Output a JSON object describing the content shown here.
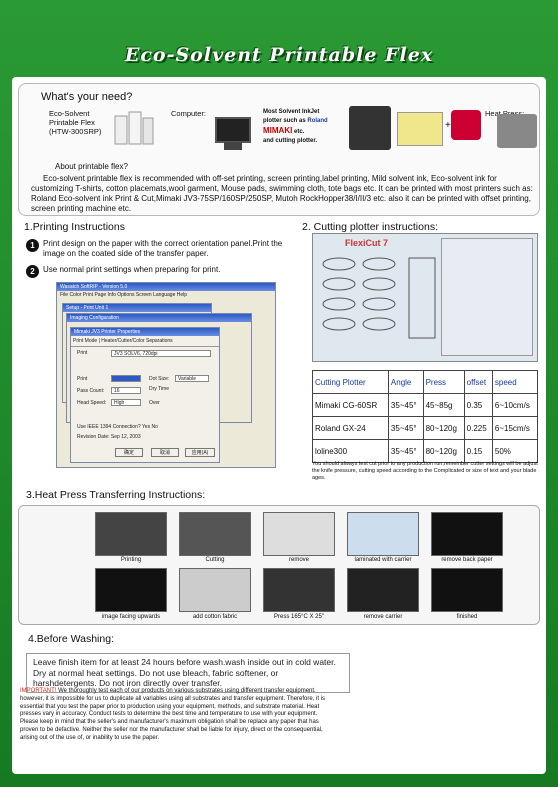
{
  "title": "Eco-Solvent Printable Flex",
  "need": {
    "heading": "What's your need?",
    "product": [
      "Eco-Solvent",
      "Printable Flex",
      "(HTW-300SRP)"
    ],
    "computer": "Computer:",
    "plotter_l1": "Most Solvent InkJet",
    "plotter_l2": "plotter such as",
    "roland": "Roland",
    "mimaki": "MIMAKI",
    "etc": "etc.",
    "and": "and cutting plotter.",
    "heat": "Heat Press:",
    "plus": "+",
    "about": "About printable flex?",
    "text": "Eco-solvent printable flex is recommended with off-set printing, screen printing,label printing, Mild solvent ink, Eco-solvent ink for customizing T-shirts, cotton placemats,wool garment, Mouse pads, swimming cloth, tote bags etc. It can be printed with most printers such as: Roland Eco-solvent ink Print & Cut,Mimaki JV3-75SP/160SP/250SP, Mutoh RockHopper38/I/II/3 etc. also it can be printed with offset printing, screen printing machine etc."
  },
  "printing": {
    "heading": "1.Printing Instructions",
    "s1": "Print design on the paper with the correct orientation panel.Print the image on the coated side of the transfer paper.",
    "s2": "Use normal print settings when preparing for print.",
    "w1": "Wasatch SoftRIP - Version 5.0",
    "menu": "File  Color  Print  Page  Info  Options  Screen  Language  Help",
    "w2": "Setup - Print Unit 1",
    "w3": "Imaging Configuration",
    "w4": "Mimaki JV3 Printer Properties",
    "tab": "Print Mode | Heater/Cutter/Color Separations",
    "print": "Print",
    "printv": "JV3 SOLV6, 720dpi",
    "pass": "Pass Count:",
    "passv": "16",
    "head": "Head Speed:",
    "headv": "High",
    "dot": "Dot Size:",
    "dotv": "Variable",
    "dry": "Dry Time",
    "over": "Over",
    "ok": "确定",
    "cancel": "取消",
    "apply": "应用(A)",
    "use": "Use IEEE 1394 Connection?  Yes  No",
    "rev": "Revision Date: Sep 12, 2003"
  },
  "cutting": {
    "heading": "2. Cutting plotter instructions:",
    "logo": "FlexiCut 7",
    "cols": [
      "Cutting Plotter",
      "Angle",
      "Press",
      "offset",
      "speed"
    ],
    "rows": [
      [
        "Mimaki CG-60SR",
        "35~45°",
        "45~85g",
        "0.35",
        "6~10cm/s"
      ],
      [
        "Roland GX-24",
        "35~45°",
        "80~120g",
        "0.225",
        "6~15cm/s"
      ],
      [
        "loline300",
        "35~45°",
        "80~120g",
        "0.15",
        "50%"
      ]
    ],
    "note": "You should always test cut prior to any production run,remember cutter settings will be adjust the knife pressure, cutting speed according to the Complicated or size of text and your blade ages."
  },
  "heatpress": {
    "heading": "3.Heat Press Transferring Instructions:",
    "caps": [
      "Printing",
      "Cutting",
      "remove",
      "laminated with carrier",
      "remove back paper",
      "image facing upwards",
      "add cotton fabric",
      "Press 165°C X 25\"",
      "remove carrier",
      "finished"
    ]
  },
  "washing": {
    "heading": "4.Before Washing:",
    "text": "Leave finish item for at least 24 hours before wash.wash inside out in cold water. Dry at normal heat settings. Do not use bleach, fabric softener, or harshdetergents. Do not iron directly over transfer."
  },
  "important": {
    "label": "IMPORTANT!",
    "text": " We thoroughly test each of our products on various substrates using different transfer equipment. however, it is impossible for us to duplicate all variables using all substrates and transfer equipment. Therefore, it is essential that you test the paper prior to production using your equipment, methods, and substrate material. Heat presses vary in accuracy. Conduct tests to determine the best time and temperature to use with your equipment. Please keep in mind that the seller's and manufacturer's maximum obligation shall be replace any paper that has proven to be defactive. Neither the seller nor the manufacturer shall be liable for injury, direct or the consequential, arising out of the use of, or inability to use the paper."
  }
}
